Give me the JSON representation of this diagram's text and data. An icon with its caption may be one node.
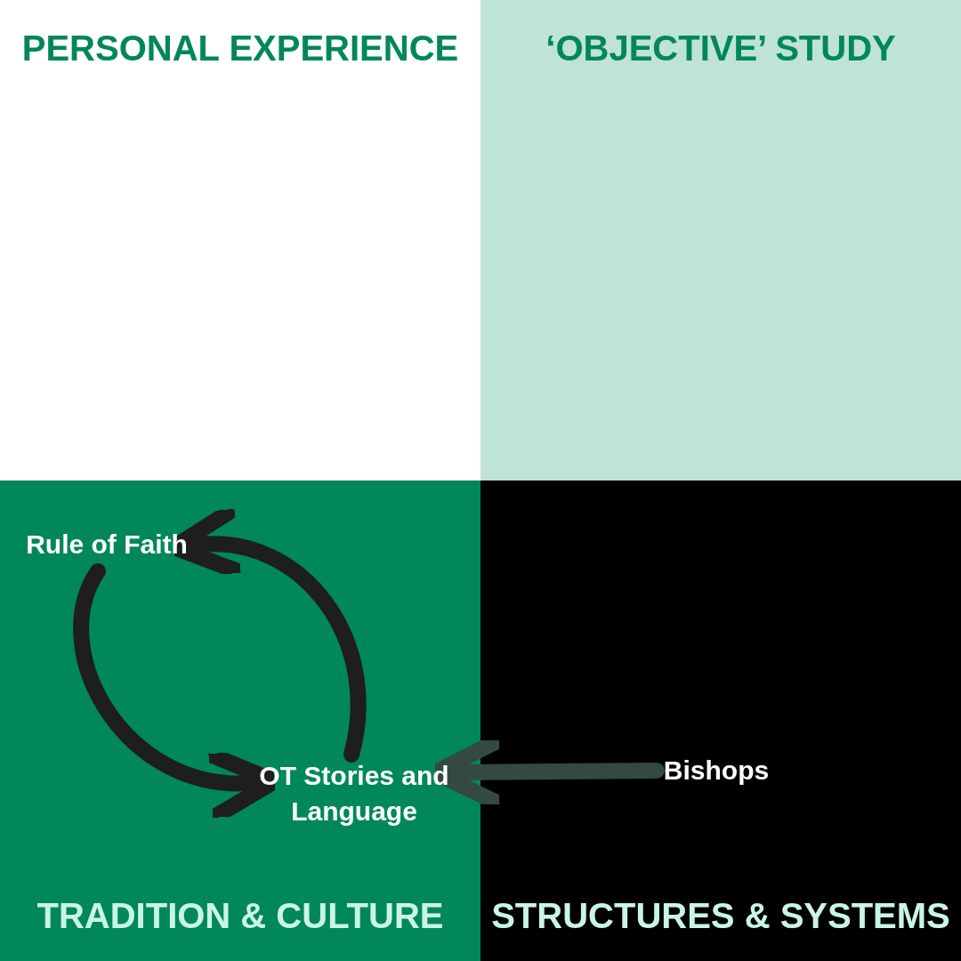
{
  "diagram": {
    "nodes": [
      {
        "text": [
          "PERSONAL EXPERIENCE"
        ]
      },
      {
        "text": [
          "‘OBJECTIVE’ STUDY"
        ]
      },
      {
        "text": [
          "TRADITION & CULTURE"
        ]
      },
      {
        "text": [
          "Rule of Faith"
        ],
        "in": 2
      },
      {
        "text": [
          "OT Stories and Language"
        ],
        "in": 2
      },
      {
        "text": [
          "STRUCTURES & SYSTEMS"
        ]
      },
      {
        "text": [
          "Bishops"
        ],
        "in": 5
      }
    ],
    "edges": [
      {
        "from": 3,
        "to": 4,
        "arrow": "to"
      },
      {
        "from": 4,
        "to": 3,
        "arrow": "to"
      },
      {
        "from": 6,
        "to": 4,
        "arrow": "to",
        "color": "#34493f"
      }
    ]
  }
}
